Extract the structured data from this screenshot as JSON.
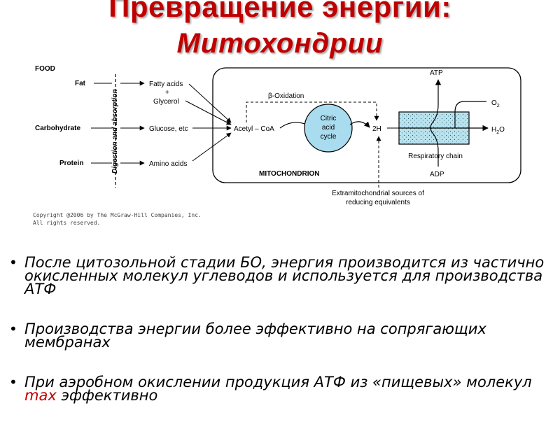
{
  "title": {
    "main": "Превращение энергии:",
    "sub": "Митохондрии"
  },
  "diagram": {
    "food_label": "FOOD",
    "digestion_label": "Digestion and absorption",
    "sources": [
      {
        "label": "Fat",
        "product_lines": [
          "Fatty acids",
          "+",
          "Glycerol"
        ]
      },
      {
        "label": "Carbohydrate",
        "product_lines": [
          "Glucose, etc"
        ]
      },
      {
        "label": "Protein",
        "product_lines": [
          "Amino acids"
        ]
      }
    ],
    "beta_oxidation": "β-Oxidation",
    "acetyl_coa": "Acetyl – CoA",
    "citric_cycle_lines": [
      "Citric",
      "acid",
      "cycle"
    ],
    "two_h": "2H",
    "mitochondrion": "MITOCHONDRION",
    "atp": "ATP",
    "adp": "ADP",
    "o2": "O",
    "o2_sub": "2",
    "h2o_h": "H",
    "h2o_sub": "2",
    "h2o_o": "O",
    "respiratory_chain": "Respiratory chain",
    "extramito_lines": [
      "Extramitochondrial sources of",
      "reducing equivalents"
    ],
    "colors": {
      "citric_fill": "#a8dcee",
      "chain_fill": "#b8e2ee",
      "title_red": "#c00000"
    }
  },
  "copyright": {
    "line1": "Copyright @2006 by The McGraw-Hill Companies, Inc.",
    "line2": "All rights reserved."
  },
  "bullets": [
    {
      "text": "После цитозольной стадии БО, энергия производится из частично окисленных молекул углеводов и используется для производства АТФ"
    },
    {
      "text": "Производства энергии более эффективно на сопрягающих мембранах"
    },
    {
      "pre": "При аэробном окислении продукция АТФ из «пищевых» молекул ",
      "accent": "max",
      "post": " эффективно"
    }
  ]
}
